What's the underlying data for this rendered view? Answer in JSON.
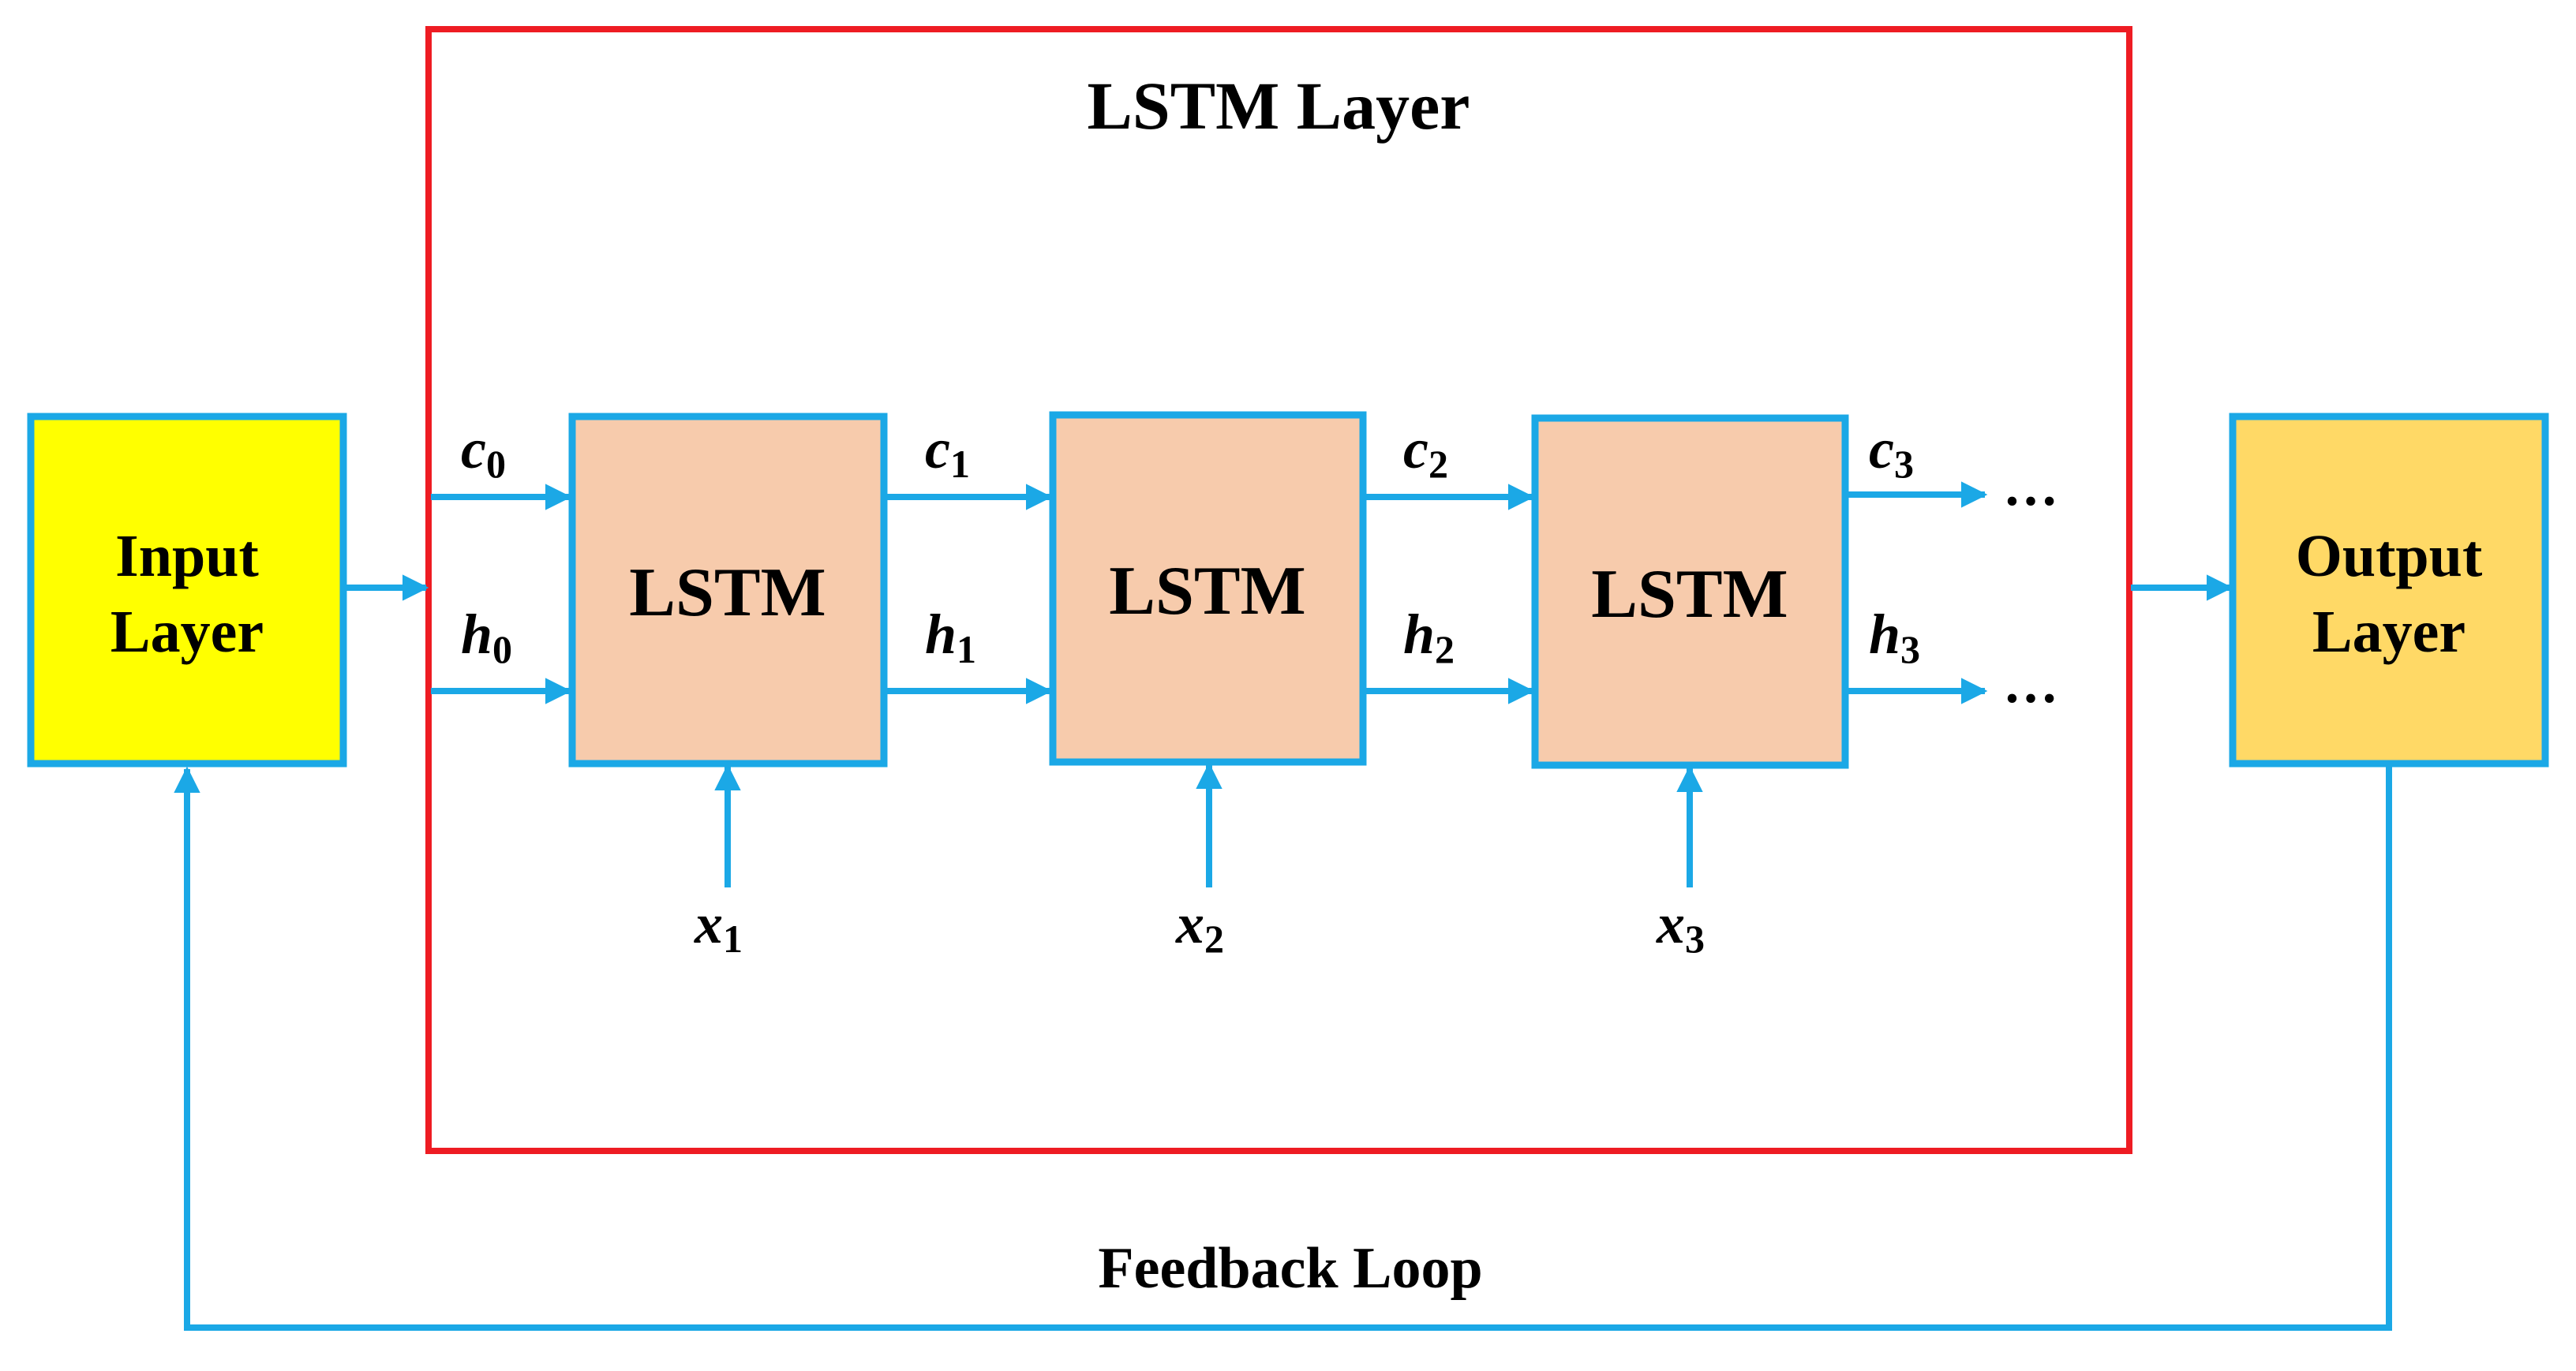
{
  "colors": {
    "arrow": "#1BA8E6",
    "lstm_frame": "#EE1C23",
    "input_fill": "#FFFF00",
    "output_fill": "#FFD966",
    "cell_fill": "#F7CBAC",
    "box_border": "#1BA8E6"
  },
  "title": "LSTM Layer",
  "input_layer": {
    "line1": "Input",
    "line2": "Layer"
  },
  "output_layer": {
    "line1": "Output",
    "line2": "Layer"
  },
  "feedback_label": "Feedback Loop",
  "cells": [
    {
      "label": "LSTM",
      "input_var": "x",
      "input_sub": "1"
    },
    {
      "label": "LSTM",
      "input_var": "x",
      "input_sub": "2"
    },
    {
      "label": "LSTM",
      "input_var": "x",
      "input_sub": "3"
    }
  ],
  "cell_state_labels": [
    {
      "var": "c",
      "sub": "0"
    },
    {
      "var": "c",
      "sub": "1"
    },
    {
      "var": "c",
      "sub": "2"
    },
    {
      "var": "c",
      "sub": "3"
    }
  ],
  "hidden_state_labels": [
    {
      "var": "h",
      "sub": "0"
    },
    {
      "var": "h",
      "sub": "1"
    },
    {
      "var": "h",
      "sub": "2"
    },
    {
      "var": "h",
      "sub": "3"
    }
  ],
  "continuation": "…"
}
